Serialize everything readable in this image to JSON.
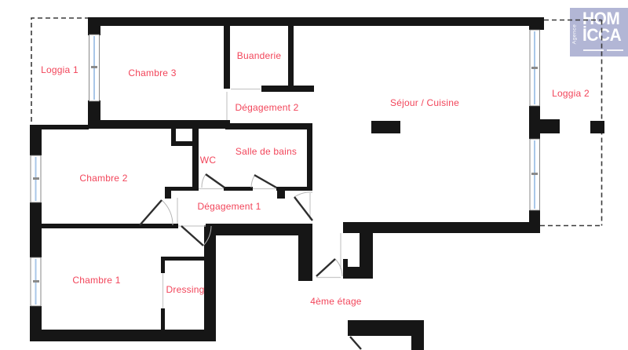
{
  "meta": {
    "floor_label": "4ème étage"
  },
  "rooms": {
    "loggia1": "Loggia 1",
    "chambre3": "Chambre 3",
    "buanderie": "Buanderie",
    "degagement2": "Dégagement 2",
    "sejour_cuisine": "Séjour / Cuisine",
    "loggia2": "Loggia 2",
    "chambre2": "Chambre 2",
    "wc": "WC",
    "salle_de_bains": "Salle de bains",
    "degagement1": "Dégagement 1",
    "chambre1": "Chambre 1",
    "dressing": "Dressing"
  },
  "logo": {
    "line1": "HOM",
    "line2": "İCCA",
    "side_text": "Agence"
  },
  "colors": {
    "wall": "#161616",
    "label": "#f2455a",
    "window_glass": "#a9c7e8",
    "dashed_outline": "#3a3a3a",
    "door_leaf": "#2e2e2e",
    "door_arc": "#b5b5b5",
    "threshold": "#c9c9c9",
    "logo_background": "#b2b6d5"
  }
}
